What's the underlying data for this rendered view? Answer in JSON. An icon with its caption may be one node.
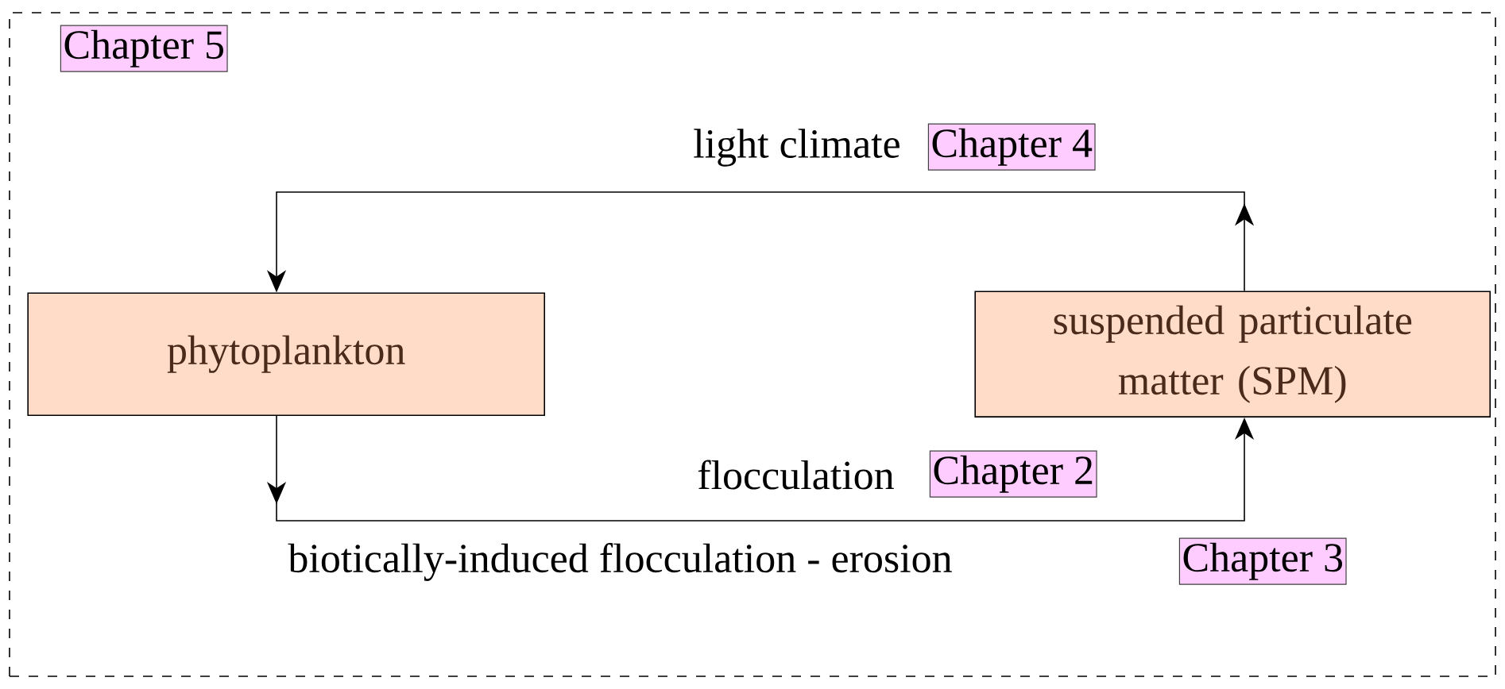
{
  "diagram": {
    "nodes": [
      {
        "text": [],
        "shape": "box"
      },
      {
        "text": [
          "Chapter 5"
        ],
        "in": 0
      },
      {
        "text": [
          "phytoplankton"
        ],
        "in": 0
      },
      {
        "text": [
          "suspended particulate matter (SPM)"
        ],
        "in": 0
      },
      {
        "text": [
          "Chapter 4"
        ],
        "in": 0
      },
      {
        "text": [
          "Chapter 2"
        ],
        "in": 0
      },
      {
        "text": [
          "Chapter 3"
        ],
        "in": 0
      }
    ],
    "edges": [
      {
        "from": 3,
        "to": 2,
        "arrow": "to",
        "label": "light climate"
      },
      {
        "from": 2,
        "to": 3,
        "arrow": "to",
        "label": "flocculation"
      }
    ],
    "labels": [
      "biotically-induced flocculation - erosion"
    ]
  }
}
